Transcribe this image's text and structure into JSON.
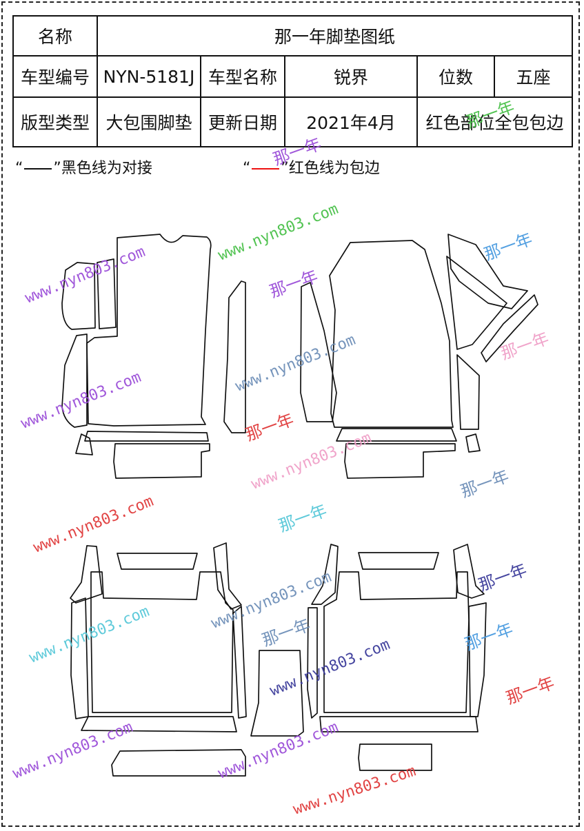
{
  "header": {
    "name_label": "名称",
    "name_value": "那一年脚垫图纸",
    "model_code_label": "车型编号",
    "model_code_value": "NYN-5181J",
    "model_name_label": "车型名称",
    "model_name_value": "锐界",
    "seats_label": "位数",
    "seats_value": "五座",
    "pattern_type_label": "版型类型",
    "pattern_type_value": "大包围脚垫",
    "update_date_label": "更新日期",
    "update_date_value": "2021年4月",
    "note_value": "红色部位全包包边"
  },
  "legend": {
    "black_quote_open": "“",
    "black_quote_close": "”",
    "black_text": "黑色线为对接",
    "red_quote_open": "“",
    "red_quote_close": "”",
    "red_text": "红色线为包边"
  },
  "watermark": {
    "url_text": "www.nyn803.com",
    "brand_text": "那一年"
  },
  "colors": {
    "outline": "#111111",
    "border_line": "#111111",
    "red_line": "#e11111",
    "watermark_palette": [
      "#9b4fd8",
      "#4a9be0",
      "#e03a3a",
      "#57c8d8",
      "#f0a0c8",
      "#6e8fb8",
      "#3b3b9a",
      "#49c049"
    ]
  }
}
